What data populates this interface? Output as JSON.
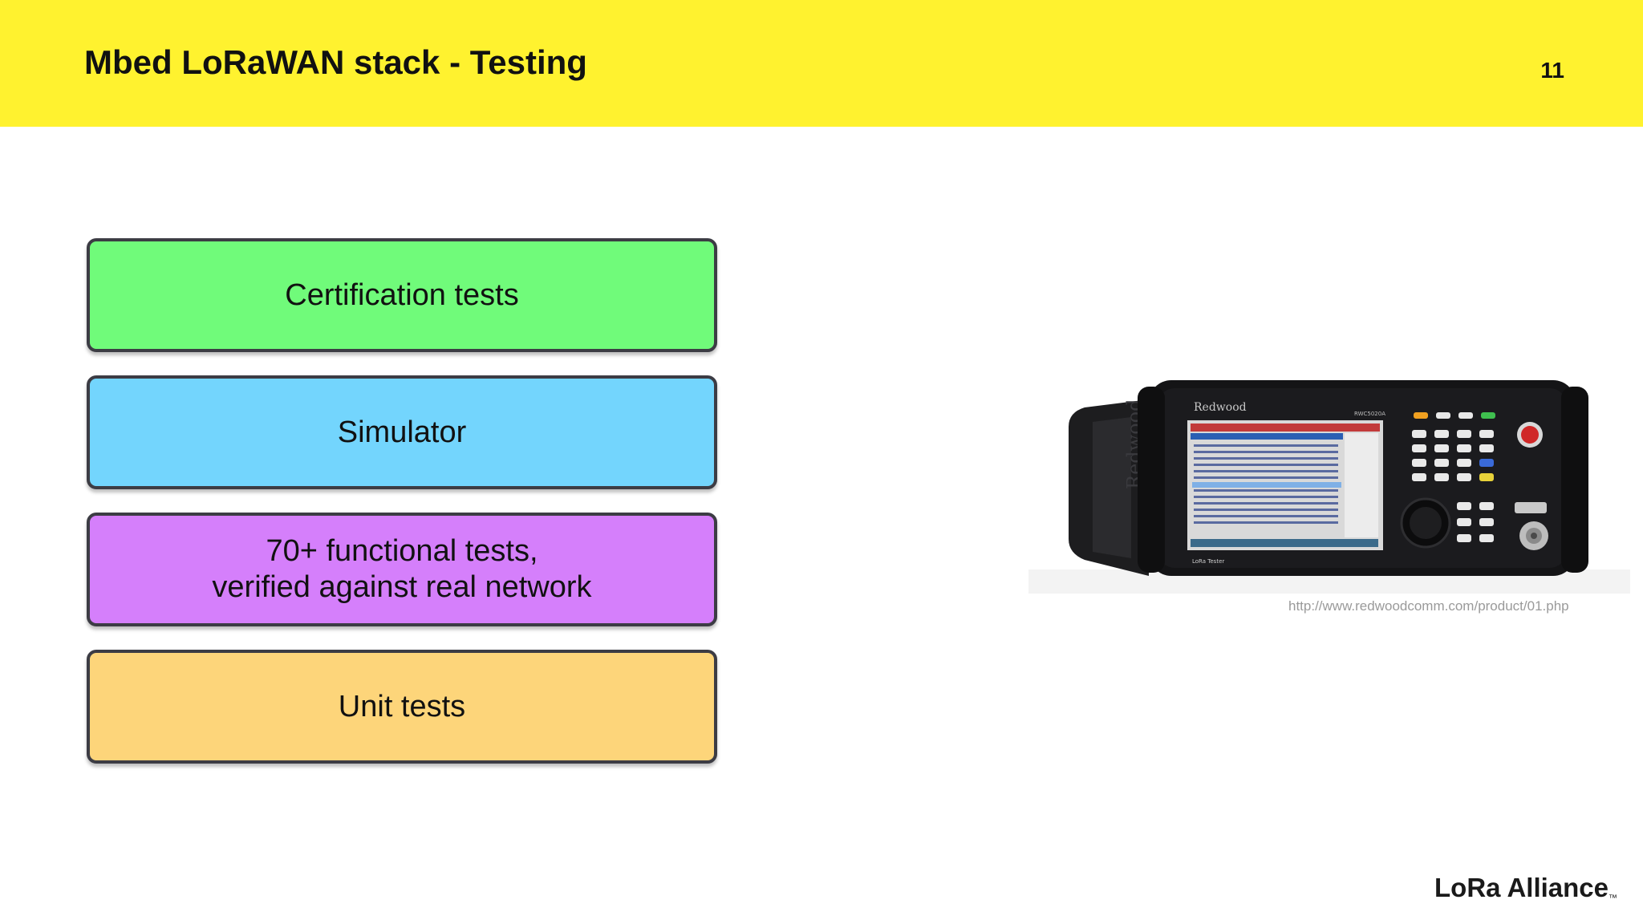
{
  "slide": {
    "title": "Mbed LoRaWAN stack - Testing",
    "page_number": "11"
  },
  "boxes": [
    {
      "label": "Certification tests",
      "color": "#70fb7a"
    },
    {
      "label": "Simulator",
      "color": "#73d5fd"
    },
    {
      "label": "70+ functional tests,\nverified against real network",
      "color": "#d57ffb"
    },
    {
      "label": "Unit tests",
      "color": "#fdd57a"
    }
  ],
  "image": {
    "source_caption": "http://www.redwoodcomm.com/product/01.php",
    "device_label": "LoRa Tester"
  },
  "logo": {
    "text": "LoRa Alliance",
    "trademark": "™"
  }
}
